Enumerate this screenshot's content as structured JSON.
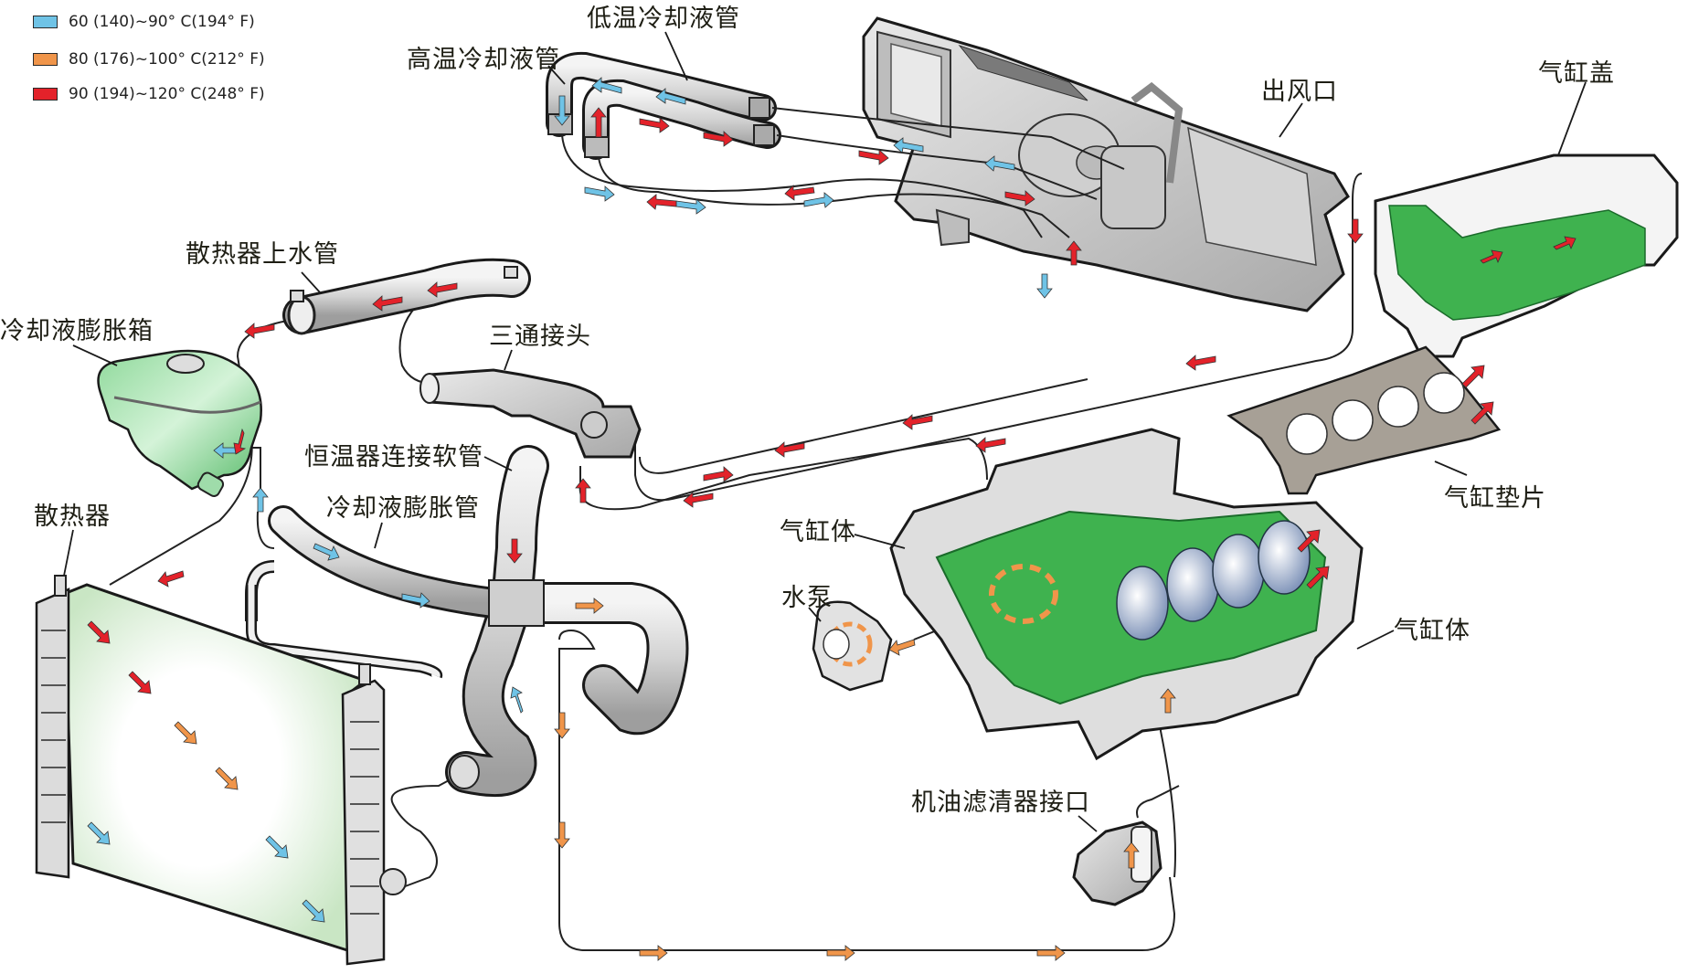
{
  "legend": [
    {
      "text": "60 (140)~90° C(194° F)",
      "color": "#6fc3e6"
    },
    {
      "text": "80 (176)~100° C(212° F)",
      "color": "#f0954a"
    },
    {
      "text": "90 (194)~120° C(248° F)",
      "color": "#e3222a"
    }
  ],
  "labels": {
    "low_temp_hose": "低温冷却液管",
    "high_temp_hose": "高温冷却液管",
    "air_outlet": "出风口",
    "cylinder_head": "气缸盖",
    "radiator_upper_hose": "散热器上水管",
    "expansion_tank": "冷却液膨胀箱",
    "three_way_connector": "三通接头",
    "thermostat_hose": "恒温器连接软管",
    "expansion_hose": "冷却液膨胀管",
    "radiator": "散热器",
    "cylinder_block_left": "气缸体",
    "water_pump": "水泵",
    "head_gasket": "气缸垫片",
    "cylinder_block_right": "气缸体",
    "oil_filter_port": "机油滤清器接口"
  },
  "colors": {
    "cool": "#6fc3e6",
    "warm": "#f0954a",
    "hot": "#e3222a",
    "coolant_green": "#3fb24f",
    "part_gray": "#d9d9d9",
    "outline": "#1a1a1a"
  }
}
